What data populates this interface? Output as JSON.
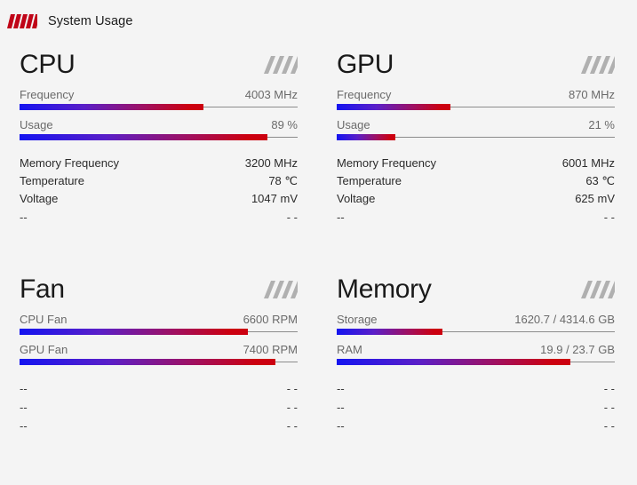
{
  "window": {
    "title": "System Usage",
    "logo_icon": "red-striped-logo-icon",
    "background_color": "#f4f4f4"
  },
  "theme": {
    "bar_start_color": "#1414f0",
    "bar_end_color": "#cc0010",
    "track_color": "#8c8c8c",
    "label_color": "#6a6a6a",
    "title_color": "#1a1a1a"
  },
  "panels": [
    {
      "id": "cpu",
      "title": "CPU",
      "icon": "diagonal-stripes-icon",
      "bars": [
        {
          "label": "Frequency",
          "value": "4003 MHz",
          "percent": 66
        },
        {
          "label": "Usage",
          "value": "89 %",
          "percent": 89
        }
      ],
      "rows": [
        {
          "label": "Memory Frequency",
          "value": "3200 MHz"
        },
        {
          "label": "Temperature",
          "value": "78 ℃"
        },
        {
          "label": "Voltage",
          "value": "1047 mV"
        },
        {
          "label": "--",
          "value": "- -"
        }
      ]
    },
    {
      "id": "gpu",
      "title": "GPU",
      "icon": "diagonal-stripes-icon",
      "bars": [
        {
          "label": "Frequency",
          "value": "870 MHz",
          "percent": 41
        },
        {
          "label": "Usage",
          "value": "21 %",
          "percent": 21
        }
      ],
      "rows": [
        {
          "label": "Memory Frequency",
          "value": "6001 MHz"
        },
        {
          "label": "Temperature",
          "value": "63 ℃"
        },
        {
          "label": "Voltage",
          "value": "625 mV"
        },
        {
          "label": "--",
          "value": "- -"
        }
      ]
    },
    {
      "id": "fan",
      "title": "Fan",
      "icon": "diagonal-stripes-icon",
      "bars": [
        {
          "label": "CPU Fan",
          "value": "6600 RPM",
          "percent": 82
        },
        {
          "label": "GPU Fan",
          "value": "7400 RPM",
          "percent": 92
        }
      ],
      "rows": [
        {
          "label": "--",
          "value": "- -"
        },
        {
          "label": "--",
          "value": "- -"
        },
        {
          "label": "--",
          "value": "- -"
        }
      ]
    },
    {
      "id": "memory",
      "title": "Memory",
      "icon": "diagonal-stripes-icon",
      "bars": [
        {
          "label": "Storage",
          "value": "1620.7 / 4314.6 GB",
          "percent": 38
        },
        {
          "label": "RAM",
          "value": "19.9 / 23.7 GB",
          "percent": 84
        }
      ],
      "rows": [
        {
          "label": "--",
          "value": "- -"
        },
        {
          "label": "--",
          "value": "- -"
        },
        {
          "label": "--",
          "value": "- -"
        }
      ]
    }
  ]
}
